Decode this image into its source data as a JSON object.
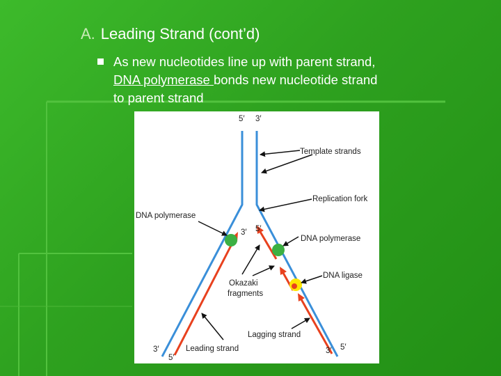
{
  "slide": {
    "title_number": "A.",
    "title": "Leading Strand (cont’d)",
    "bullet": {
      "line1": "As new nucleotides line up with parent strand,",
      "line2_underlined": "DNA polymerase ",
      "line2_rest": "bonds new nucleotide strand",
      "line3": "to parent strand"
    }
  },
  "diagram": {
    "labels": {
      "top_5": "5′",
      "top_3": "3′",
      "template_strands": "Template strands",
      "replication_fork": "Replication fork",
      "dna_polymerase_left": "DNA polymerase",
      "fork_3": "3′",
      "fork_5": "5′",
      "dna_polymerase_right": "DNA polymerase",
      "dna_ligase": "DNA ligase",
      "okazaki_line1": "Okazaki",
      "okazaki_line2": "fragments",
      "lagging_strand": "Lagging strand",
      "leading_strand": "Leading strand",
      "bottom_left_3": "3′",
      "bottom_left_5": "5′",
      "bottom_right_3": "3′",
      "bottom_right_5": "5′"
    },
    "colors": {
      "template": "#3a8fd9",
      "new_strand": "#e8411e",
      "polymerase": "#3cb043",
      "ligase": "#ffe600",
      "background": "#2fa321"
    }
  }
}
